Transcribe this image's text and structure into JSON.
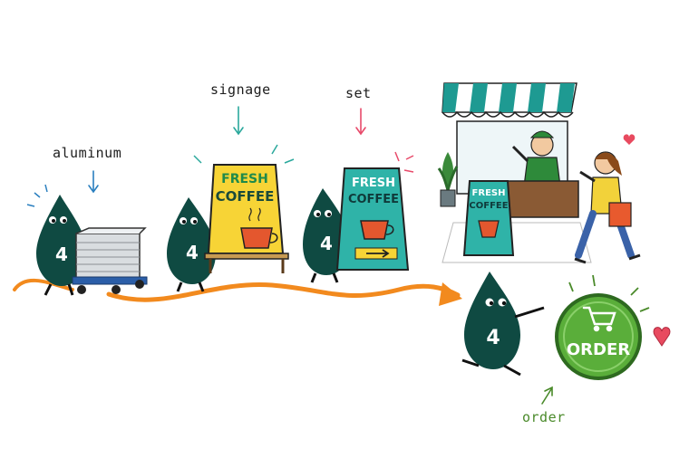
{
  "labels": {
    "aluminum": "aluminum",
    "signage": "signage",
    "set": "set",
    "order": "order"
  },
  "mascot": {
    "number": "4"
  },
  "signs": {
    "fresh": "FRESH",
    "coffee": "COFFEE"
  },
  "button": {
    "text": "ORDER"
  },
  "colors": {
    "mascot": "#0f4a42",
    "path": "#f28a1e",
    "yellow_sign": "#f7d436",
    "teal_sign": "#2fb3a8",
    "order_green": "#5aae3a",
    "awning": "#1e9a92",
    "heart": "#e84a5f"
  }
}
